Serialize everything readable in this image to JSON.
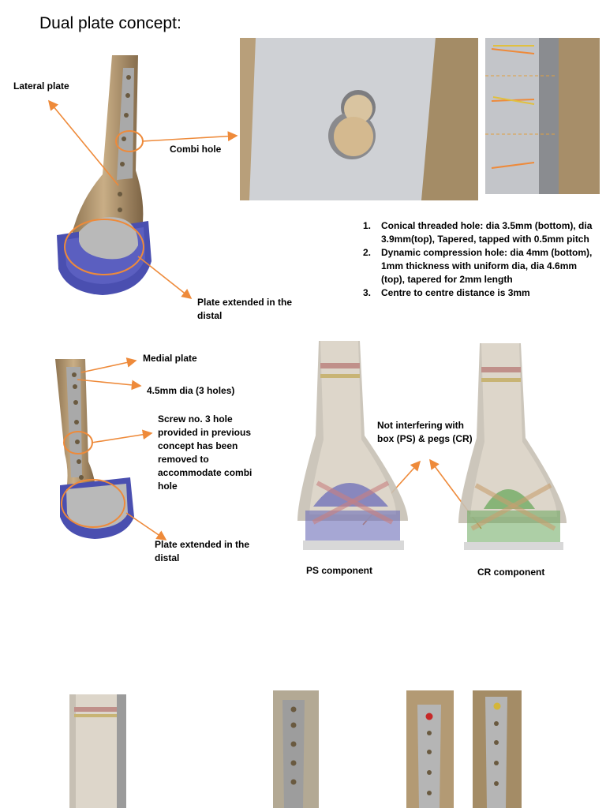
{
  "title": "Dual plate concept:",
  "top_section": {
    "lateral_plate_label": "Lateral plate",
    "combi_hole_label": "Combi hole",
    "plate_extended_label": "Plate extended in the distal",
    "notes": [
      {
        "num": "1.",
        "text": "Conical threaded hole: dia 3.5mm (bottom), dia 3.9mm(top), Tapered, tapped with 0.5mm pitch"
      },
      {
        "num": "2.",
        "text": "Dynamic compression hole: dia 4mm (bottom), 1mm thickness with uniform dia, dia 4.6mm (top), tapered for 2mm length"
      },
      {
        "num": "3.",
        "text": "Centre to centre distance is 3mm"
      }
    ]
  },
  "middle_section": {
    "medial_plate_label": "Medial plate",
    "dia_label": "4.5mm dia (3 holes)",
    "screw_note": "Screw no. 3 hole provided in previous concept has been removed to accommodate combi hole",
    "plate_extended_label": "Plate extended in the distal",
    "not_interfering_label": "Not interfering with box (PS) & pegs (CR)",
    "ps_label": "PS component",
    "cr_label": "CR component"
  },
  "colors": {
    "bone": "#c2a77e",
    "plate": "#a3a3a3",
    "insert": "#4a4fb0",
    "annotation": "#ee8a3a",
    "ps_tint": "#6b6cb8",
    "cr_tint": "#6aa85c"
  }
}
